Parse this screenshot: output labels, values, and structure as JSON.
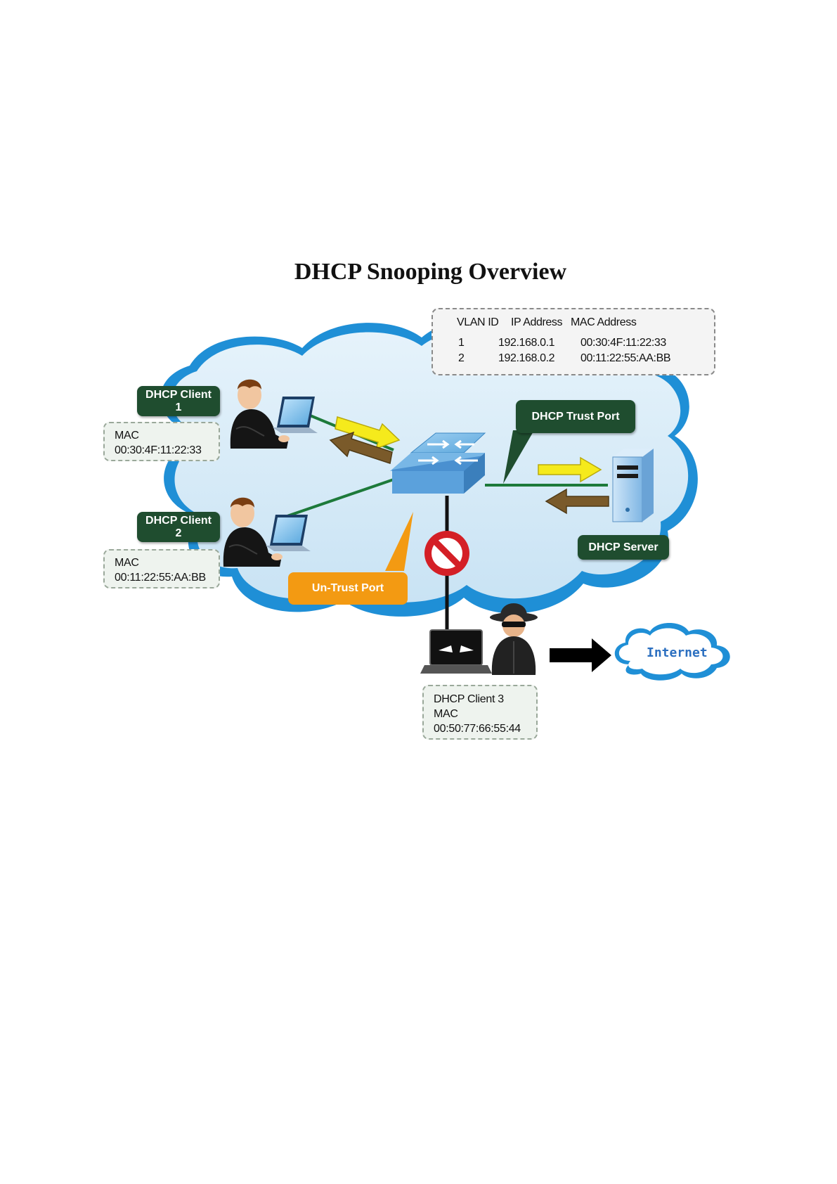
{
  "title": "DHCP Snooping Overview",
  "binding_table": {
    "headers": [
      "VLAN ID",
      "IP Address",
      "MAC Address"
    ],
    "rows": [
      {
        "vlan": "1",
        "ip": "192.168.0.1",
        "mac": "00:30:4F:11:22:33"
      },
      {
        "vlan": "2",
        "ip": "192.168.0.2",
        "mac": "00:11:22:55:AA:BB"
      }
    ]
  },
  "client1": {
    "label_line1": "DHCP Client",
    "label_line2": "1",
    "mac_label": "MAC",
    "mac": "00:30:4F:11:22:33"
  },
  "client2": {
    "label_line1": "DHCP Client",
    "label_line2": "2",
    "mac_label": "MAC",
    "mac": "00:11:22:55:AA:BB"
  },
  "client3": {
    "label": "DHCP Client 3",
    "mac_label": "MAC",
    "mac": "00:50:77:66:55:44"
  },
  "trust_port_label": "DHCP Trust Port",
  "untrust_port_label": "Un-Trust Port",
  "server_label": "DHCP Server",
  "internet_label": "Internet",
  "colors": {
    "cloud": "#d8ecf8",
    "cloud_edge": "#1f8fd6",
    "label_green": "#1f4d2f",
    "link_green": "#1d7a3a",
    "arrow_yellow": "#f5ea1c",
    "arrow_brown": "#7a5a2a",
    "untrust_orange": "#f39a12",
    "block_red": "#d41f26"
  },
  "icons": [
    "user-laptop-icon",
    "switch-icon",
    "server-icon",
    "no-entry-icon",
    "hacker-icon",
    "malicious-laptop-icon",
    "internet-cloud-icon"
  ]
}
